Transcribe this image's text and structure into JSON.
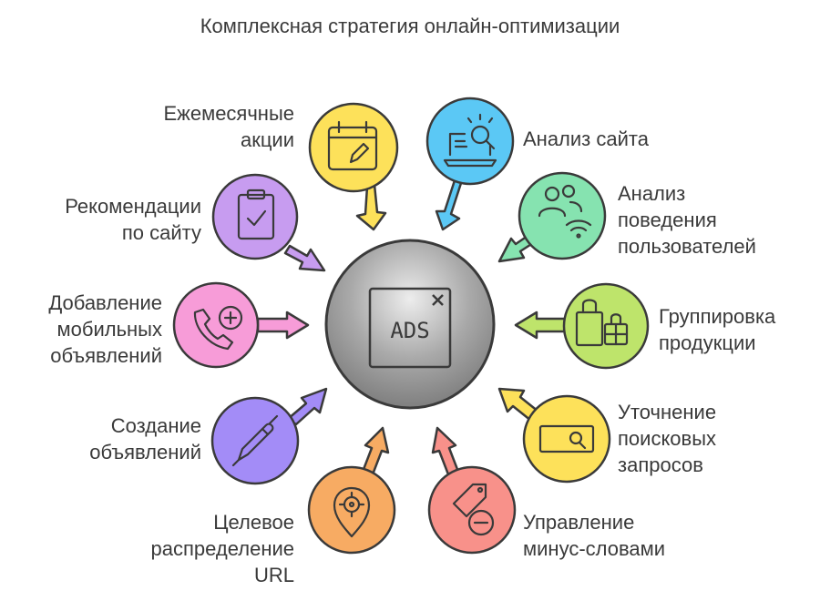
{
  "title": "Комплексная стратегия онлайн-оптимизации",
  "center": {
    "label": "ADS",
    "icon": "ads-window-icon"
  },
  "items": [
    {
      "id": "monthly",
      "label": "Ежемесячные\nакции",
      "color": "#FDE15A",
      "icon": "calendar-edit-icon"
    },
    {
      "id": "site-analysis",
      "label": "Анализ сайта",
      "color": "#5BC8F5",
      "icon": "laptop-search-icon"
    },
    {
      "id": "behavior",
      "label": "Анализ\nповедения\nпользователей",
      "color": "#86E3B0",
      "icon": "users-wifi-icon"
    },
    {
      "id": "grouping",
      "label": "Группировка\nпродукции",
      "color": "#BEE46B",
      "icon": "shopping-bags-icon"
    },
    {
      "id": "queries",
      "label": "Уточнение\nпоисковых\nзапросов",
      "color": "#FDE15A",
      "icon": "search-box-icon"
    },
    {
      "id": "negative",
      "label": "Управление\nминус-словами",
      "color": "#F8918A",
      "icon": "tag-minus-icon"
    },
    {
      "id": "url",
      "label": "Целевое\nраспределение\nURL",
      "color": "#F7AB63",
      "icon": "location-target-icon"
    },
    {
      "id": "create-ads",
      "label": "Создание\nобъявлений",
      "color": "#A38CF7",
      "icon": "pen-icon"
    },
    {
      "id": "mobile-ads",
      "label": "Добавление\nмобильных\nобъявлений",
      "color": "#F79CD8",
      "icon": "phone-plus-icon"
    },
    {
      "id": "recommend",
      "label": "Рекомендации\nпо сайту",
      "color": "#C79CF0",
      "icon": "clipboard-check-icon"
    }
  ]
}
